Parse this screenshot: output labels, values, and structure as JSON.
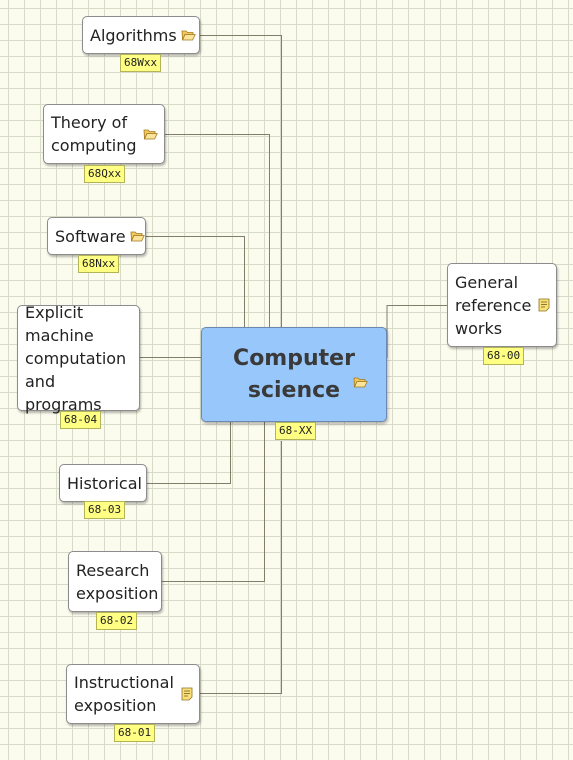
{
  "center": {
    "label": "Computer\nscience",
    "code": "68-XX",
    "icon": "folder-open-icon"
  },
  "nodes": [
    {
      "id": "algorithms",
      "label": "Algorithms",
      "code": "68Wxx",
      "icon": "folder-open-icon"
    },
    {
      "id": "theory",
      "label": "Theory of\ncomputing",
      "code": "68Qxx",
      "icon": "folder-open-icon"
    },
    {
      "id": "software",
      "label": "Software",
      "code": "68Nxx",
      "icon": "folder-open-icon"
    },
    {
      "id": "explicit",
      "label": "Explicit\nmachine\ncomputation\nand programs",
      "code": "68-04",
      "icon": ""
    },
    {
      "id": "historical",
      "label": "Historical",
      "code": "68-03",
      "icon": ""
    },
    {
      "id": "research",
      "label": "Research\nexposition",
      "code": "68-02",
      "icon": ""
    },
    {
      "id": "instructional",
      "label": "Instructional\nexposition",
      "code": "68-01",
      "icon": "note-icon"
    },
    {
      "id": "general",
      "label": "General\nreference\nworks",
      "code": "68-00",
      "icon": "note-icon"
    }
  ],
  "colors": {
    "central": "#98c8fb",
    "tag": "#ffff84",
    "grid_background": "#fbfbee",
    "connector": "#7f7f6a"
  }
}
